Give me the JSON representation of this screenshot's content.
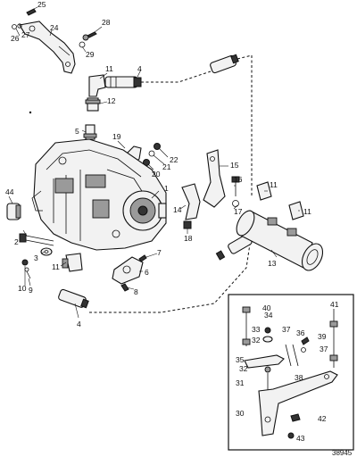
{
  "labels": {
    "l1": "1",
    "l2": "2",
    "l3": "3",
    "l4a": "4",
    "l4b": "4",
    "l5": "5",
    "l6": "6",
    "l7": "7",
    "l8": "8",
    "l9": "9",
    "l10": "10",
    "l11a": "11",
    "l11b": "11",
    "l11c": "11",
    "l11d": "11",
    "l12": "12",
    "l13": "13",
    "l14": "14",
    "l15": "15",
    "l16": "16",
    "l17": "17",
    "l18": "18",
    "l19": "19",
    "l20": "20",
    "l21": "21",
    "l22": "22",
    "l24": "24",
    "l25": "25",
    "l26": "26",
    "l27": "27",
    "l28": "28",
    "l29": "29",
    "l30": "30",
    "l31": "31",
    "l32a": "32",
    "l32b": "32",
    "l33": "33",
    "l34": "34",
    "l35": "35",
    "l36": "36",
    "l37a": "37",
    "l37b": "37",
    "l38": "38",
    "l39": "39",
    "l40": "40",
    "l41": "41",
    "l42": "42",
    "l43": "43",
    "l44": "44"
  },
  "reference_number": "38945"
}
